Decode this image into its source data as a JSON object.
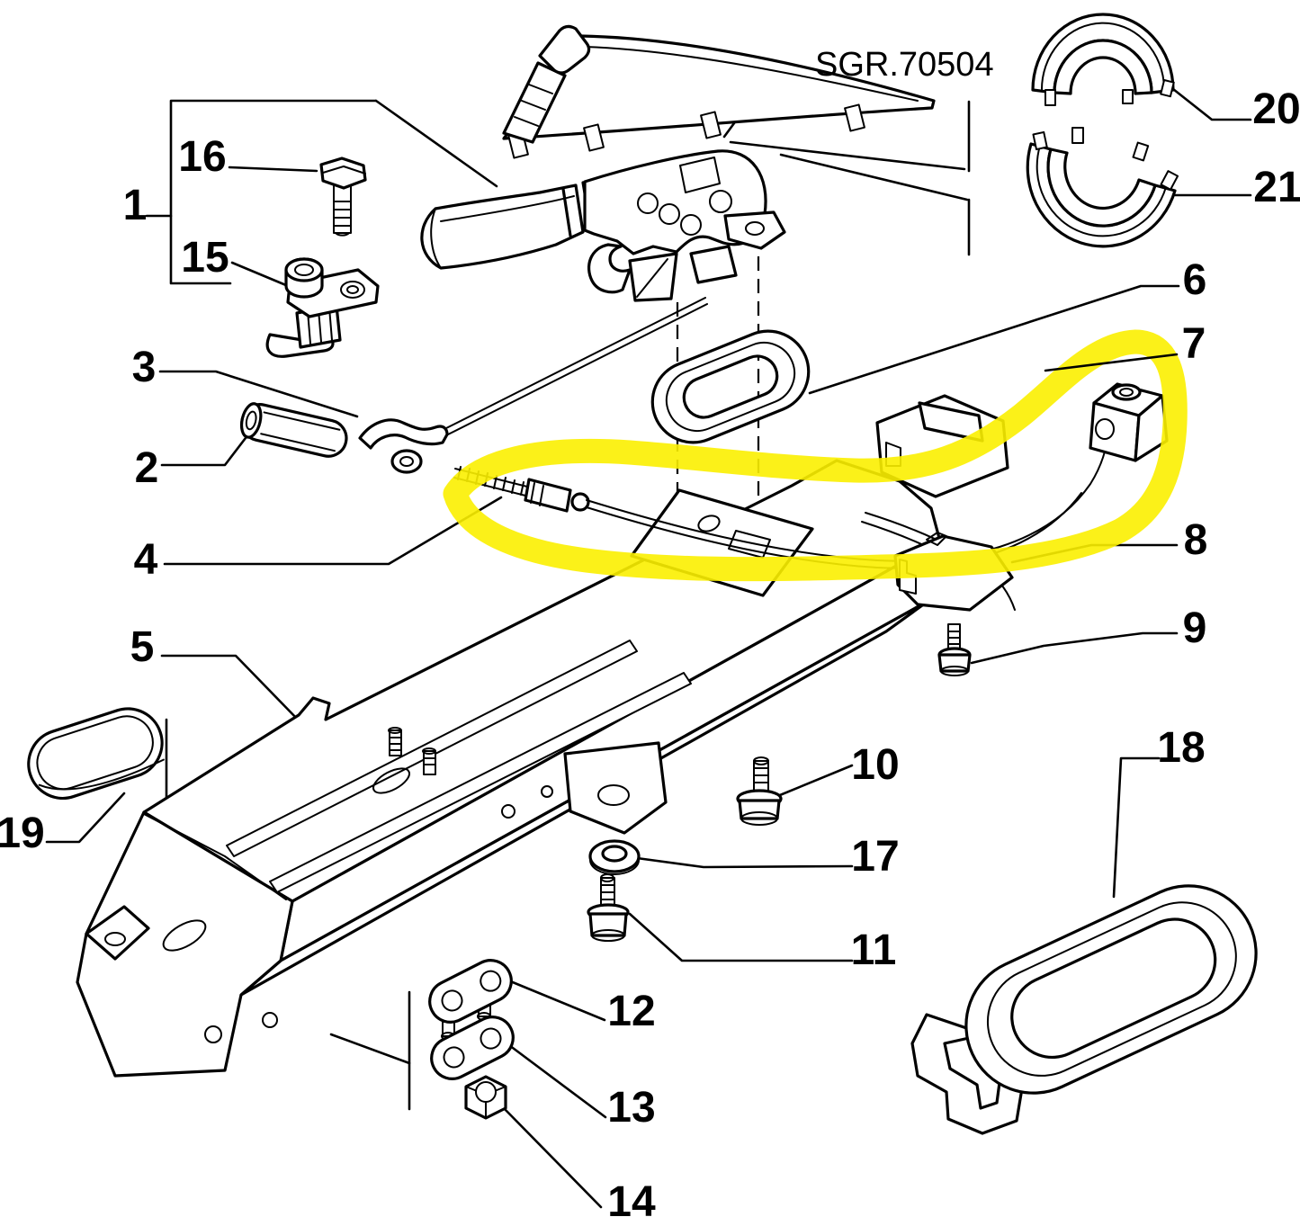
{
  "figure": {
    "reference_label": "SGR.70504",
    "highlight": {
      "color": "#FBF000",
      "encircled_part": "7"
    },
    "callouts": {
      "c1": "1",
      "c2": "2",
      "c3": "3",
      "c4": "4",
      "c5": "5",
      "c6": "6",
      "c7": "7",
      "c8": "8",
      "c9": "9",
      "c10": "10",
      "c11": "11",
      "c12": "12",
      "c13": "13",
      "c14": "14",
      "c15": "15",
      "c16": "16",
      "c17": "17",
      "c18": "18",
      "c19": "19",
      "c20": "20",
      "c21": "21"
    }
  }
}
